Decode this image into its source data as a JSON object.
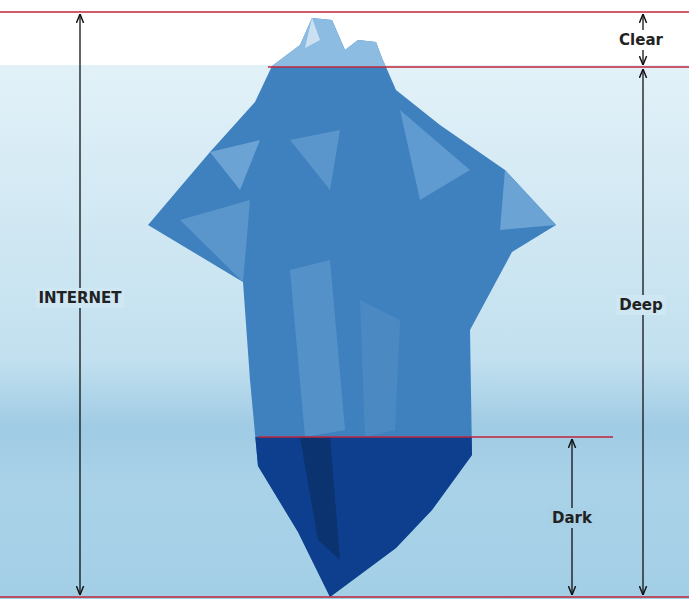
{
  "diagram": {
    "labels": [
      "Clear",
      "INTERNET",
      "Deep",
      "Dark"
    ]
  }
}
